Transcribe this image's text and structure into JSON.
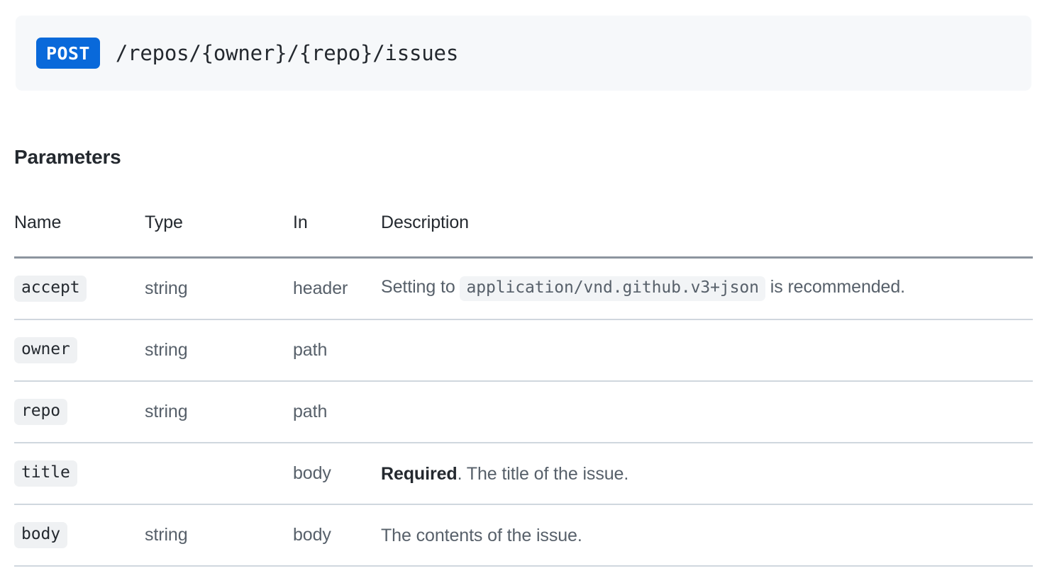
{
  "endpoint": {
    "method": "POST",
    "method_color": "#0969da",
    "path": "/repos/{owner}/{repo}/issues",
    "banner_background": "#f6f8fa"
  },
  "section": {
    "heading": "Parameters"
  },
  "table": {
    "columns": [
      "Name",
      "Type",
      "In",
      "Description"
    ],
    "rows": [
      {
        "name": "accept",
        "type": "string",
        "in": "header",
        "description_prefix": "Setting to ",
        "description_code": "application/vnd.github.v3+json",
        "description_suffix": " is recommended.",
        "required_label": "",
        "description_plain": ""
      },
      {
        "name": "owner",
        "type": "string",
        "in": "path",
        "description_prefix": "",
        "description_code": "",
        "description_suffix": "",
        "required_label": "",
        "description_plain": ""
      },
      {
        "name": "repo",
        "type": "string",
        "in": "path",
        "description_prefix": "",
        "description_code": "",
        "description_suffix": "",
        "required_label": "",
        "description_plain": ""
      },
      {
        "name": "title",
        "type": "",
        "in": "body",
        "description_prefix": "",
        "description_code": "",
        "description_suffix": "",
        "required_label": "Required",
        "description_plain": ". The title of the issue."
      },
      {
        "name": "body",
        "type": "string",
        "in": "body",
        "description_prefix": "",
        "description_code": "",
        "description_suffix": "",
        "required_label": "",
        "description_plain": "The contents of the issue."
      }
    ]
  },
  "colors": {
    "accent": "#0969da",
    "text_primary": "#24292f",
    "text_secondary": "#57606a",
    "border": "#d0d7de",
    "header_border": "#8c959f",
    "chip_background": "#eff1f3"
  }
}
